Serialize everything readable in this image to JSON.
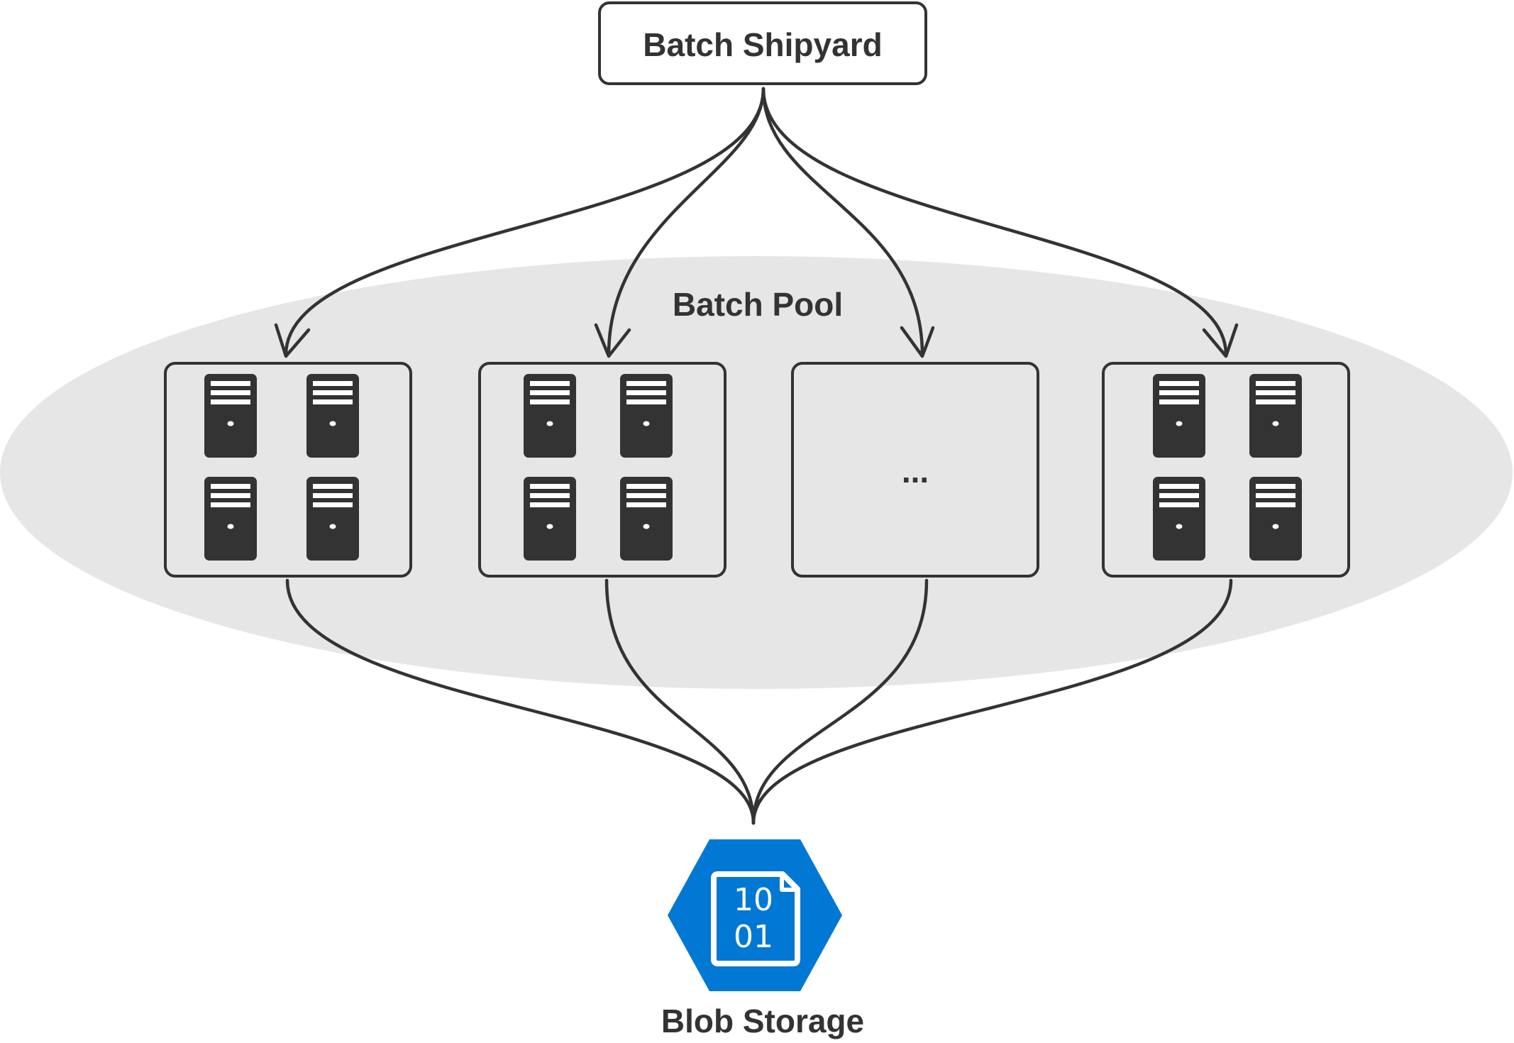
{
  "diagram": {
    "top_node": {
      "label": "Batch Shipyard"
    },
    "pool": {
      "label": "Batch Pool"
    },
    "nodes": [
      {
        "servers": 4
      },
      {
        "servers": 4
      },
      {
        "servers": 0,
        "label": "..."
      },
      {
        "servers": 4
      }
    ],
    "storage": {
      "label": "Blob Storage",
      "icon": "blob-storage-icon",
      "icon_text": [
        "10",
        "01"
      ]
    },
    "colors": {
      "line": "#333333",
      "pool_fill": "#e6e6e6",
      "server_fill": "#333333",
      "storage_blue": "#0078d4"
    }
  }
}
